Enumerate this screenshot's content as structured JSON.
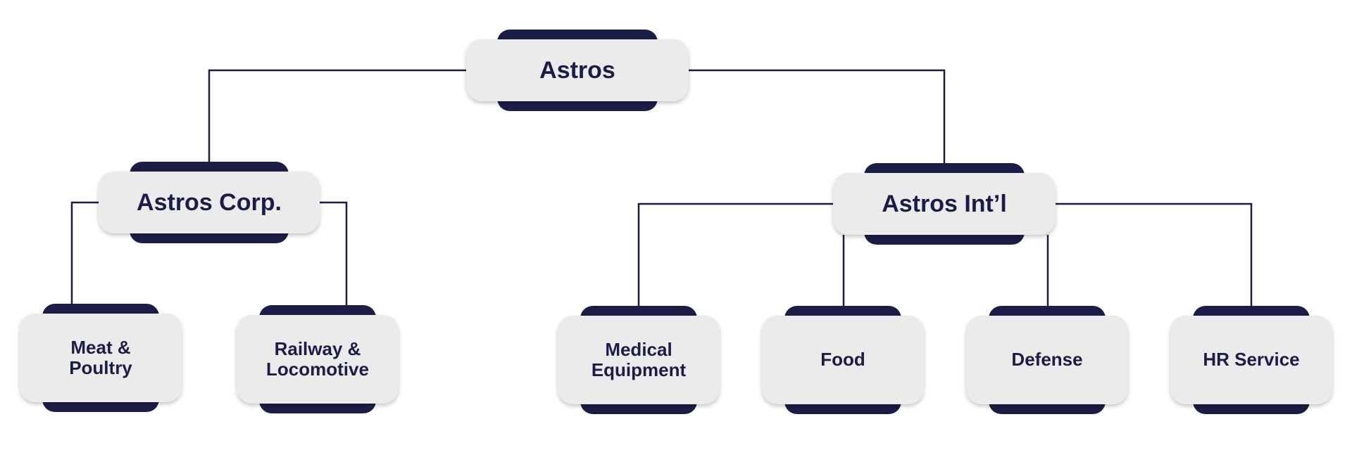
{
  "colors": {
    "dark": "#1c1d47",
    "card": "#ebebeb",
    "line": "#1c1d47",
    "text": "#1c1d47"
  },
  "root": {
    "label": "Astros"
  },
  "divisions": [
    {
      "label": "Astros Corp.",
      "children": [
        {
          "label": "Meat & Poultry"
        },
        {
          "label": "Railway & Locomotive"
        }
      ]
    },
    {
      "label": "Astros Int’l",
      "children": [
        {
          "label": "Medical Equipment"
        },
        {
          "label": "Food"
        },
        {
          "label": "Defense"
        },
        {
          "label": "HR Service"
        }
      ]
    }
  ]
}
